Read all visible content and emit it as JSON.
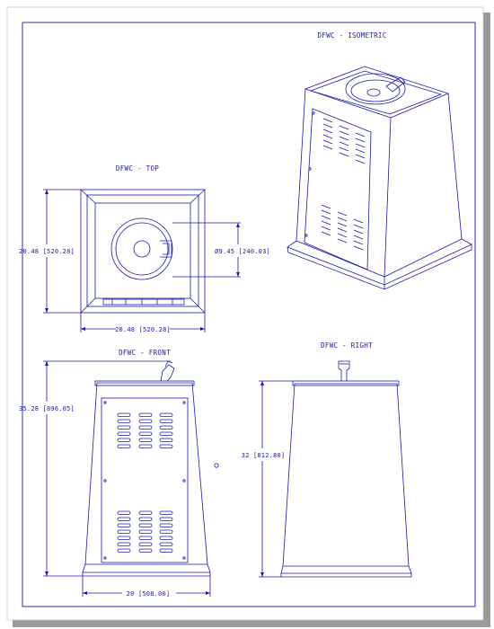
{
  "colors": {
    "line": "#1a1aa8",
    "paper": "#ffffff",
    "shadow": "#8a8a8a"
  },
  "views": {
    "isometric": {
      "title": "DFWC - ISOMETRIC"
    },
    "top": {
      "title": "DFWC - TOP",
      "dim_height": "20.48 [520.28]",
      "dim_width": "20.48 [520.28]",
      "dim_bowl": "Ø9.45 [240.03]"
    },
    "front": {
      "title": "DFWC - FRONT",
      "dim_height": "35.28 [896.05]",
      "dim_width": "20 [508.00]"
    },
    "right": {
      "title": "DFWC - RIGHT",
      "dim_height": "32 [812.80]"
    }
  }
}
